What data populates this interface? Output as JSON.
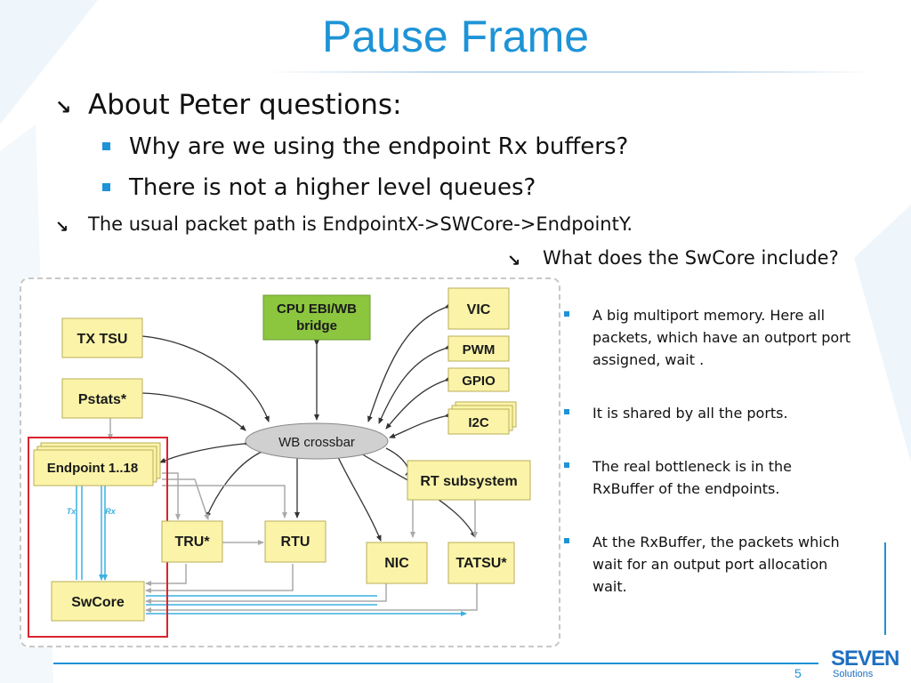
{
  "slide": {
    "title": "Pause Frame",
    "page_number": "5"
  },
  "bullets": {
    "b1": "About Peter questions:",
    "b1_sub1": "Why are we using the endpoint Rx buffers?",
    "b1_sub2": "There is not a higher level queues?",
    "b2": "The usual packet path is EndpointX->SWCore->EndpointY.",
    "b3": "What does the SwCore include?"
  },
  "right_list": [
    "A big multiport memory. Here all packets, which have an outport port assigned, wait .",
    "It is shared by all the ports.",
    "The real bottleneck is in the RxBuffer of the endpoints.",
    "At the RxBuffer, the packets which wait for an output port allocation wait."
  ],
  "diagram": {
    "blocks": {
      "cpu": [
        "CPU EBI/WB",
        "bridge"
      ],
      "vic": "VIC",
      "pwm": "PWM",
      "gpio": "GPIO",
      "i2c": "I2C",
      "txtsu": "TX TSU",
      "pstats": "Pstats*",
      "crossbar": "WB crossbar",
      "endpoint": "Endpoint 1..18",
      "rtsub": "RT subsystem",
      "tru": "TRU*",
      "rtu": "RTU",
      "nic": "NIC",
      "tatsu": "TATSU*",
      "swcore": "SwCore",
      "tx": "Tx",
      "rx": "Rx"
    }
  },
  "logo": {
    "name": "SEVEN",
    "subtitle": "Solutions"
  },
  "colors": {
    "accent": "#1e93d6",
    "block_fill": "#fbf4a8",
    "cpu_fill": "#8cc63f",
    "highlight_border": "#d9232e"
  }
}
